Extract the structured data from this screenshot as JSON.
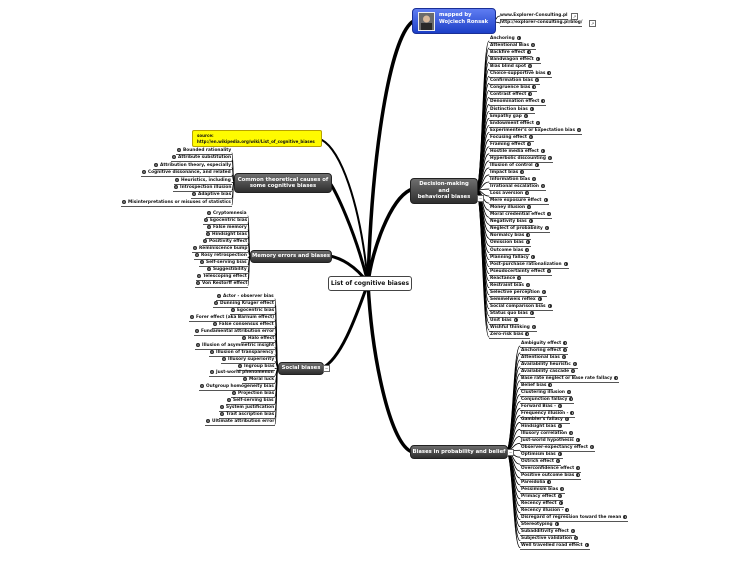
{
  "center_topic": "List of cognitive biases",
  "author": {
    "line1": "mapped by",
    "line2": "Wojciech Ronsak"
  },
  "links": [
    "www.Explorer-Consulting.pl",
    "http://explorer-consulting.pl/blog/"
  ],
  "source": {
    "label": "source:",
    "url": "http://en.wikipedia.org/wiki/List_of_cognitive_biases"
  },
  "branches": {
    "common": {
      "title_lines": [
        "Common theoretical causes of",
        "some cognitive biases"
      ],
      "items": [
        "Bounded rationality",
        "Attribute substitution",
        "Attribution theory, especially",
        "Cognitive dissonance, and related",
        "Heuristics, including",
        "Introspection illusion",
        "Adaptive bias",
        "Misinterpretations or misuses of statistics"
      ]
    },
    "memory": {
      "title_lines": [
        "Memory errors and biases"
      ],
      "items": [
        "Cryptomnesia",
        "Egocentric bias",
        "False memory",
        "Hindsight bias",
        "Positivity effect",
        "Reminiscence bump",
        "Rosy retrospection",
        "Self-serving bias",
        "Suggestibility",
        "Telescoping effect",
        "Von Restorff effect"
      ]
    },
    "social": {
      "title_lines": [
        "Social biases"
      ],
      "items": [
        "Actor - observer bias",
        "Dunning Kruger effect",
        "Egocentric bias",
        "Forer effect (aka Barnum effect)",
        "False consensus effect",
        "Fundamental attribution error",
        "Halo effect",
        "Illusion of asymmetric insight",
        "Illusion of transparency",
        "Illusory superiority",
        "Ingroup bias",
        "Just-world phenomenon",
        "Moral luck",
        "Outgroup homogeneity bias",
        "Projection bias",
        "Self-serving bias",
        "System justification",
        "Trait ascription bias",
        "Ultimate attribution error"
      ]
    },
    "decision": {
      "title_lines": [
        "Decision-making",
        "and",
        "behavioral biases"
      ],
      "items": [
        "Anchoring",
        "Attentional Bias",
        "Backfire effect",
        "Bandwagon effect",
        "Bias blind spot",
        "Choice-supportive bias",
        "Confirmation bias",
        "Congruence bias",
        "Contrast effect",
        "Denomination effect",
        "Distinction bias",
        "Empathy gap",
        "Endowment effect",
        "Experimenter's or Expectation bias",
        "Focusing effect",
        "Framing effect",
        "Hostile media effect",
        "Hyperbolic discounting",
        "Illusion of control",
        "Impact bias",
        "Information bias",
        "Irrational escalation",
        "Loss aversion",
        "Mere exposure effect",
        "Money illusion",
        "Moral credential effect",
        "Negativity bias",
        "Neglect of probability",
        "Normalcy bias",
        "Omission bias",
        "Outcome bias",
        "Planning fallacy",
        "Post-purchase rationalization",
        "Pseudocertainty effect",
        "Reactance",
        "Restraint bias",
        "Selective perception",
        "Semmelweis reflex",
        "Social comparison bias",
        "Status quo bias",
        "Unit bias",
        "Wishful thinking",
        "Zero-risk bias"
      ]
    },
    "probability": {
      "title_lines": [
        "Biases in probability and belief"
      ],
      "items": [
        "Ambiguity effect",
        "Anchoring effect",
        "Attentional bias",
        "Availability heuristic",
        "Availability cascade",
        "Base rate neglect or Base rate fallacy",
        "Belief bias",
        "Clustering illusion",
        "Conjunction fallacy",
        "Forward Bias -",
        "Frequency illusion -",
        "Gambler's fallacy",
        "Hindsight bias",
        "Illusory correlation",
        "Just-world hypothesis",
        "Observer-expectancy effect",
        "Optimism bias",
        "Ostrich effect",
        "Overconfidence effect",
        "Positive outcome bias",
        "Pareidolia",
        "Pessimism bias",
        "Primacy effect",
        "Recency effect",
        "Recency illusion -",
        "Disregard of regression toward the mean",
        "Stereotyping",
        "Subadditivity effect",
        "Subjective validation",
        "Well travelled road effect"
      ]
    }
  }
}
